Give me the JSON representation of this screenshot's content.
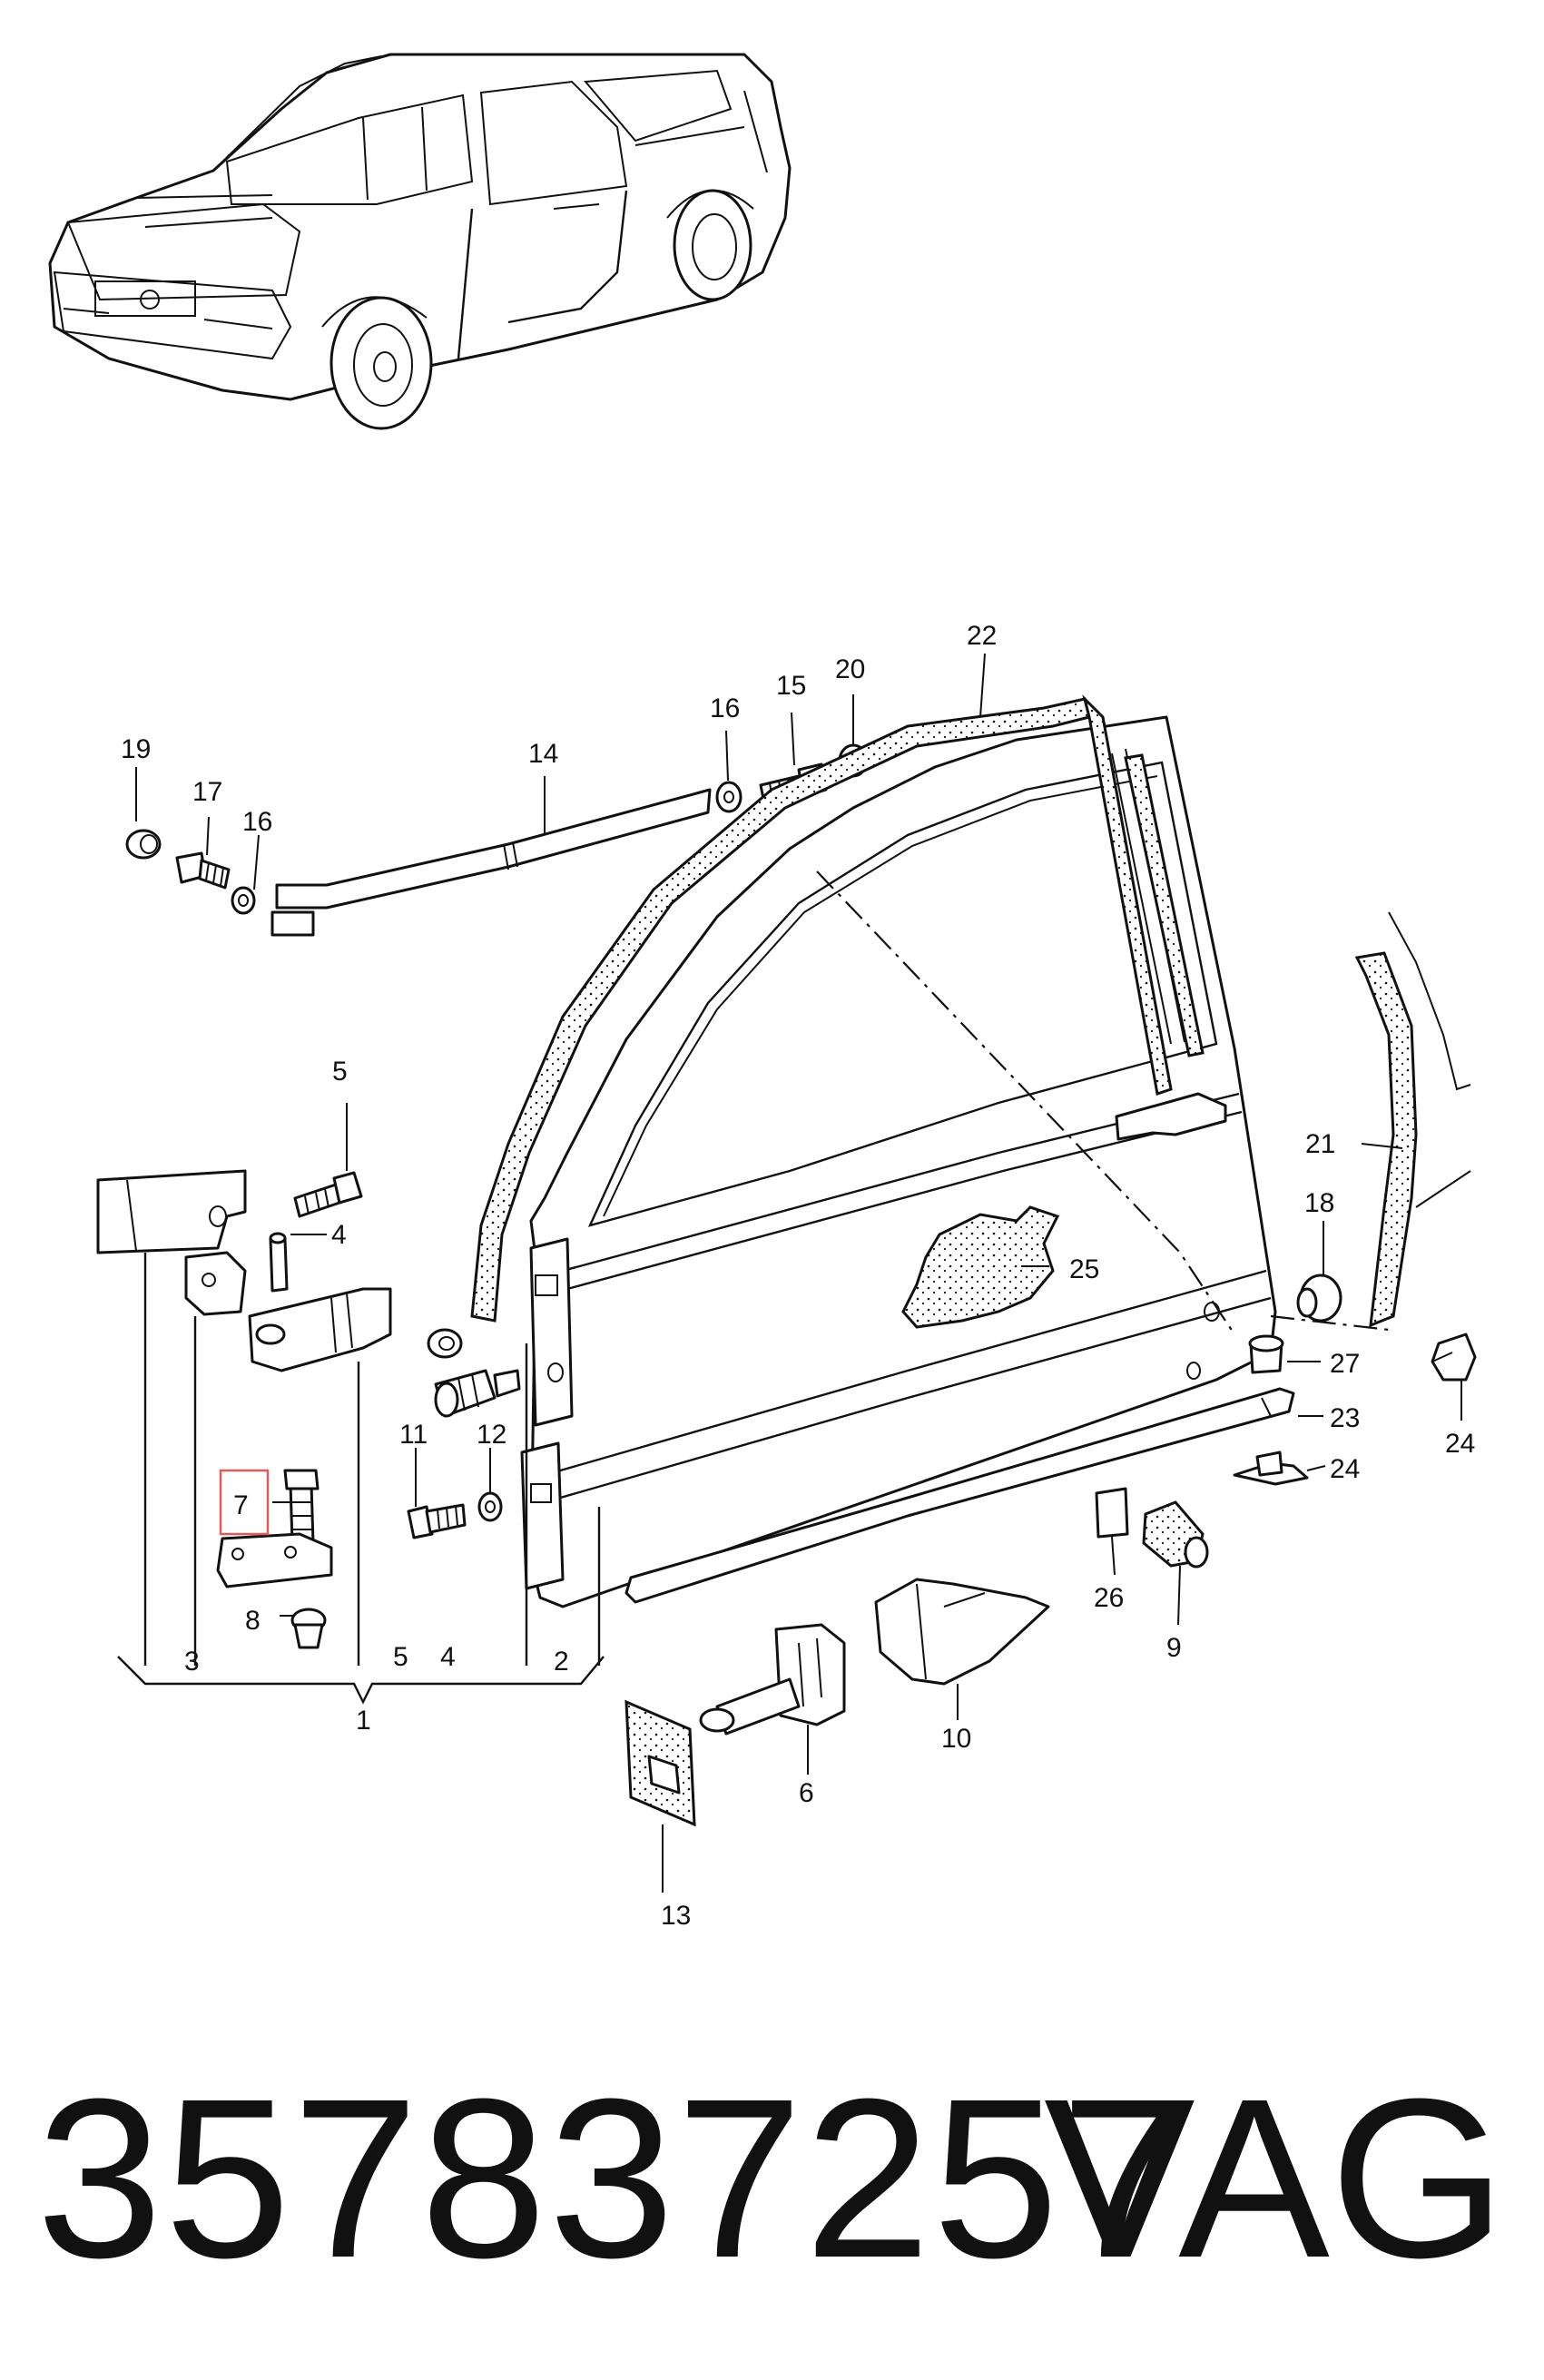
{
  "labels": {
    "l1": "1",
    "l2": "2",
    "l3": "3",
    "l4a": "4",
    "l4b": "4",
    "l5a": "5",
    "l5b": "5",
    "l6": "6",
    "l7": "7",
    "l8": "8",
    "l9": "9",
    "l10": "10",
    "l11": "11",
    "l12": "12",
    "l13": "13",
    "l14": "14",
    "l15": "15",
    "l16a": "16",
    "l16b": "16",
    "l17": "17",
    "l18": "18",
    "l19": "19",
    "l20": "20",
    "l21": "21",
    "l22": "22",
    "l23": "23",
    "l24a": "24",
    "l24b": "24",
    "l25": "25",
    "l26": "26",
    "l27": "27"
  },
  "highlight": {
    "callout": "7",
    "color": "#e05a5a"
  },
  "footer": {
    "part_number": "357837257",
    "brand": "VAG"
  }
}
